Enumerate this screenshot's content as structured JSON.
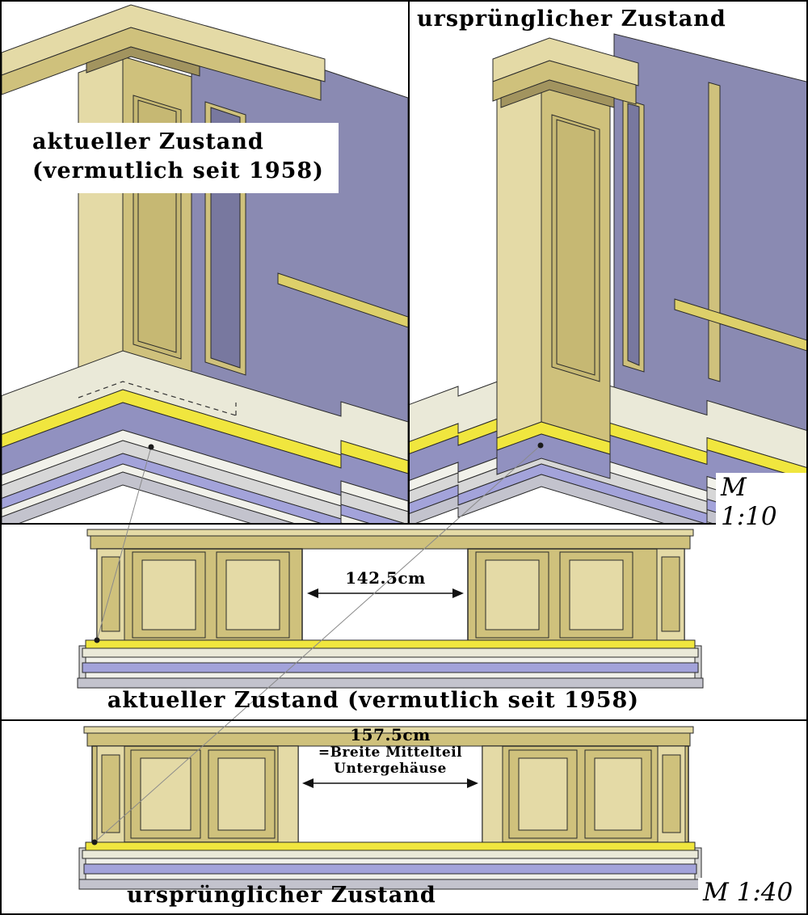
{
  "title": {
    "top_right": "ursprünglicher Zustand"
  },
  "iso": {
    "left_label_line1": "aktueller Zustand",
    "left_label_line2": "(vermutlich seit 1958)",
    "scale_label": "M 1:10"
  },
  "elevation_current": {
    "dimension": "142.5cm",
    "caption": "aktueller Zustand (vermutlich seit 1958)"
  },
  "elevation_original": {
    "dimension": "157.5cm",
    "dim_note_line1": "=Breite Mittelteil",
    "dim_note_line2": "Untergehäuse",
    "caption": "ursprünglicher Zustand",
    "scale_label": "M 1:40"
  },
  "colors": {
    "wood": "#cfc17c",
    "wood_light": "#e4daa6",
    "wood_dark": "#a2945f",
    "wood_panel": "#c6b873",
    "purple": "#8a8ab2",
    "purple_dark": "#78789f",
    "purple_band": "#9191c0",
    "yellow": "#f0e63e",
    "rail_gold": "#ddd06a",
    "cream": "#eae9d8",
    "pale": "#f1f1ea",
    "gray1": "#d7d7d7",
    "gray2": "#c3c3cd",
    "lavender": "#a3a3da",
    "outline": "#2a2a2a",
    "leader": "#8a8a8a"
  }
}
